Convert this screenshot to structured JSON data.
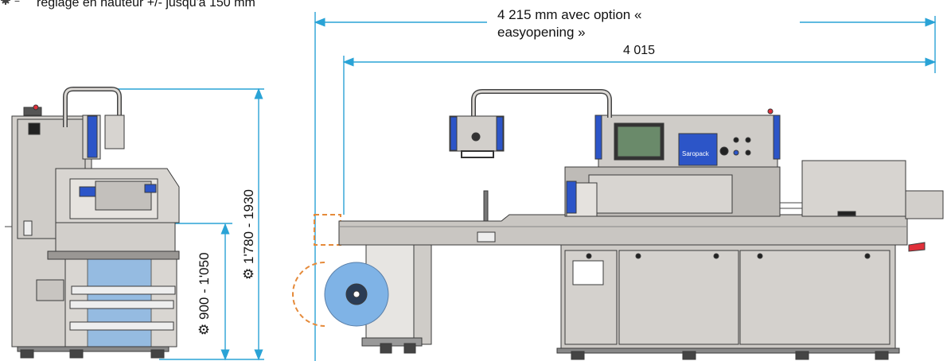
{
  "note": {
    "gear_symbol": "gear-icon",
    "equals": "=",
    "text": "réglage en hauteur +/- jusqu'à 150 mm"
  },
  "dimensions": {
    "length_with_option": "4 215 mm avec option « easyopening »",
    "length_standard": "4 015",
    "working_height": "900 - 1'050",
    "total_height": "1'780 - 1930"
  },
  "panel": {
    "brand_label": "Saropack"
  },
  "colors": {
    "dimension_line": "#2aa3d6",
    "machine_steel": "#c9c6c2",
    "machine_outline": "#3a3a3a",
    "guard_blue": "#2c55c8",
    "film_blue": "#7fb3e6",
    "option_orange": "#e58a3a",
    "stop_red": "#e0303a"
  }
}
